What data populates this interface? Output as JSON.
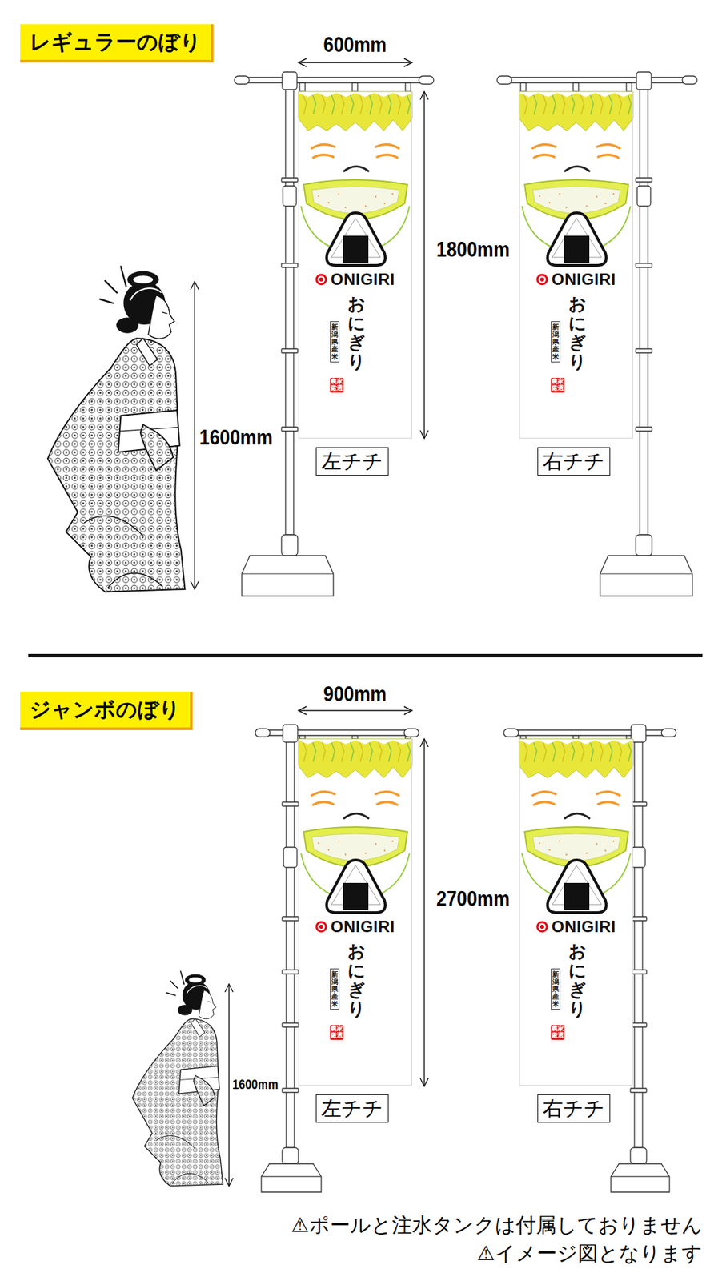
{
  "diagram": {
    "nodes": [
      {
        "text": [
          "レギュラーのぼり"
        ]
      },
      {
        "text": [
          "ONIGIRI",
          "おにぎり"
        ]
      },
      {
        "text": [
          "新潟県産米"
        ],
        "in": 1
      },
      {
        "text": [
          "農家厳選"
        ],
        "in": 1
      },
      {
        "text": [
          "ONIGIRI",
          "おにぎり"
        ]
      },
      {
        "text": [
          "新潟県産米"
        ],
        "in": 4
      },
      {
        "text": [
          "農家厳選"
        ],
        "in": 4
      },
      {
        "text": [
          "左チチ"
        ]
      },
      {
        "text": [
          "右チチ"
        ]
      },
      {
        "text": [
          "ジャンボのぼり"
        ]
      },
      {
        "text": [
          "ONIGIRI",
          "おにぎり"
        ]
      },
      {
        "text": [
          "新潟県産米"
        ],
        "in": 10
      },
      {
        "text": [
          "農家厳選"
        ],
        "in": 10
      },
      {
        "text": [
          "ONIGIRI",
          "おにぎり"
        ]
      },
      {
        "text": [
          "新潟県産米"
        ],
        "in": 13
      },
      {
        "text": [
          "農家厳選"
        ],
        "in": 13
      },
      {
        "text": [
          "左チチ"
        ]
      },
      {
        "text": [
          "右チチ"
        ]
      }
    ],
    "labels": [
      "600mm",
      "1800mm",
      "1600mm",
      "900mm",
      "2700mm",
      "1600mm",
      "⚠ポールと注水タンクは付属しておりません",
      "⚠イメージ図となります"
    ]
  }
}
